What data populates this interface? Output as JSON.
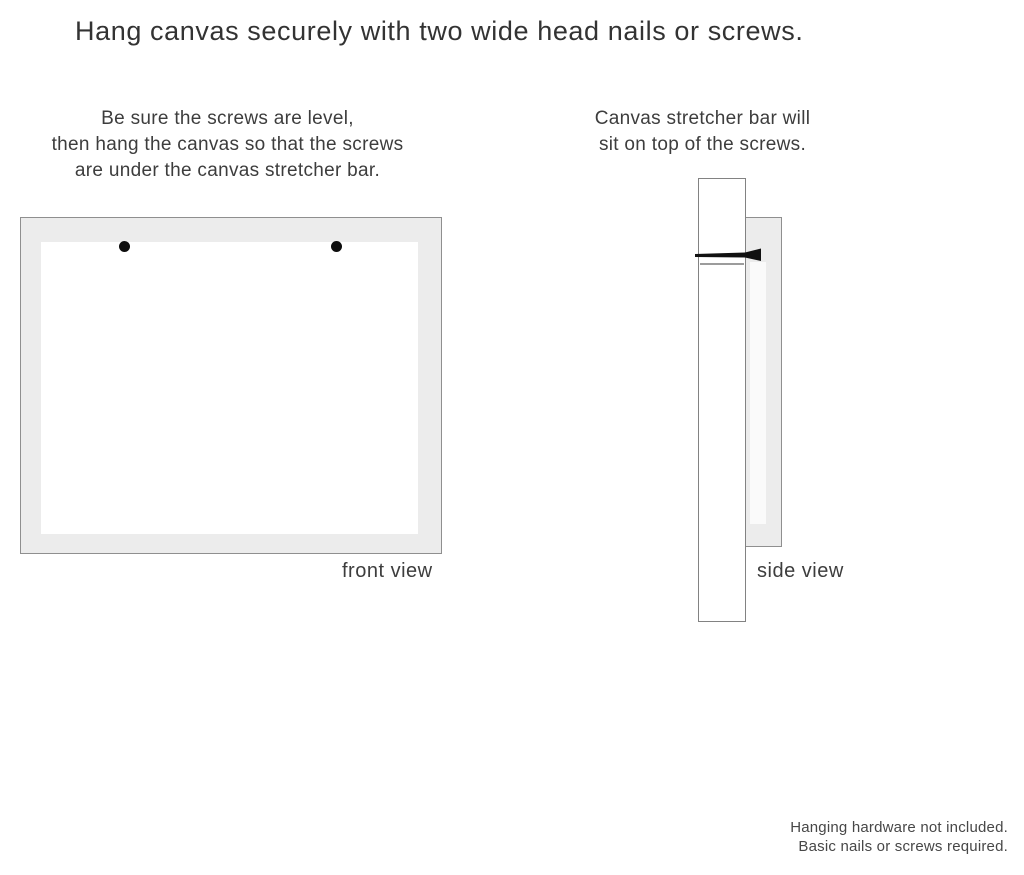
{
  "title": "Hang canvas securely with two wide head nails or screws.",
  "instructions": {
    "front": "Be sure the screws are level,\nthen hang the canvas so that the screws\nare under the canvas stretcher bar.",
    "side": "Canvas stretcher bar will\nsit on top of the screws."
  },
  "diagrams": {
    "front_label": "front view",
    "side_label": "side view",
    "screw_count": 2
  },
  "footnote": "Hanging hardware not included.\nBasic nails or screws required.",
  "colors": {
    "canvas_fill": "#ececec",
    "outline": "#8f8f8f",
    "nail": "#111111",
    "text": "#3d3d3d"
  }
}
